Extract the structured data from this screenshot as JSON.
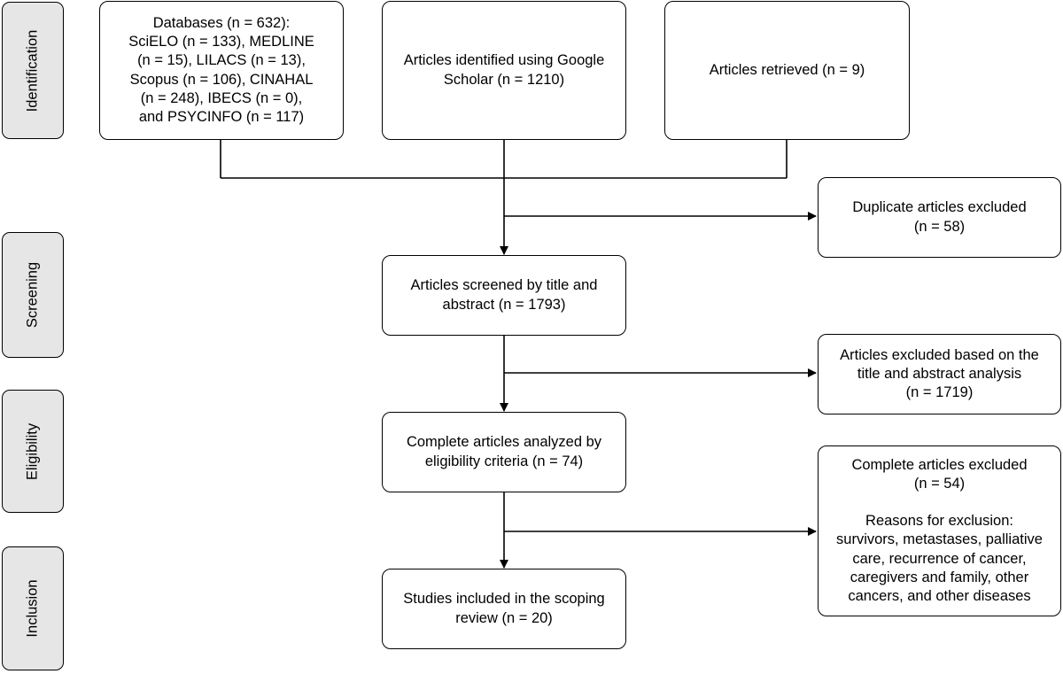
{
  "phases": {
    "identification": "Identification",
    "screening": "Screening",
    "eligibility": "Eligibility",
    "inclusion": "Inclusion"
  },
  "boxes": {
    "databases": {
      "lines": [
        "Databases (n = 632):",
        "SciELO (n = 133), MEDLINE",
        "(n = 15), LILACS (n = 13),",
        "Scopus (n = 106), CINAHAL",
        "(n = 248), IBECS (n = 0),",
        "and PSYCINFO (n = 117)"
      ]
    },
    "google_scholar": {
      "lines": [
        "Articles identified using Google",
        "Scholar (n = 1210)"
      ]
    },
    "retrieved": {
      "lines": [
        "Articles retrieved (n = 9)"
      ]
    },
    "duplicates": {
      "lines": [
        "Duplicate articles excluded",
        "(n = 58)"
      ]
    },
    "screened": {
      "lines": [
        "Articles screened by title and",
        "abstract (n = 1793)"
      ]
    },
    "excluded_title": {
      "lines": [
        "Articles excluded based on the",
        "title and abstract analysis",
        "(n = 1719)"
      ]
    },
    "eligibility": {
      "lines": [
        "Complete articles analyzed by",
        "eligibility criteria (n = 74)"
      ]
    },
    "excluded_complete": {
      "lines": [
        "Complete articles excluded",
        "(n = 54)"
      ],
      "reasons": [
        "Reasons for exclusion:",
        "survivors, metastases, palliative",
        "care, recurrence of cancer,",
        "caregivers and family, other",
        "cancers, and other diseases"
      ]
    },
    "included": {
      "lines": [
        "Studies included in the scoping",
        "review (n = 20)"
      ]
    }
  }
}
